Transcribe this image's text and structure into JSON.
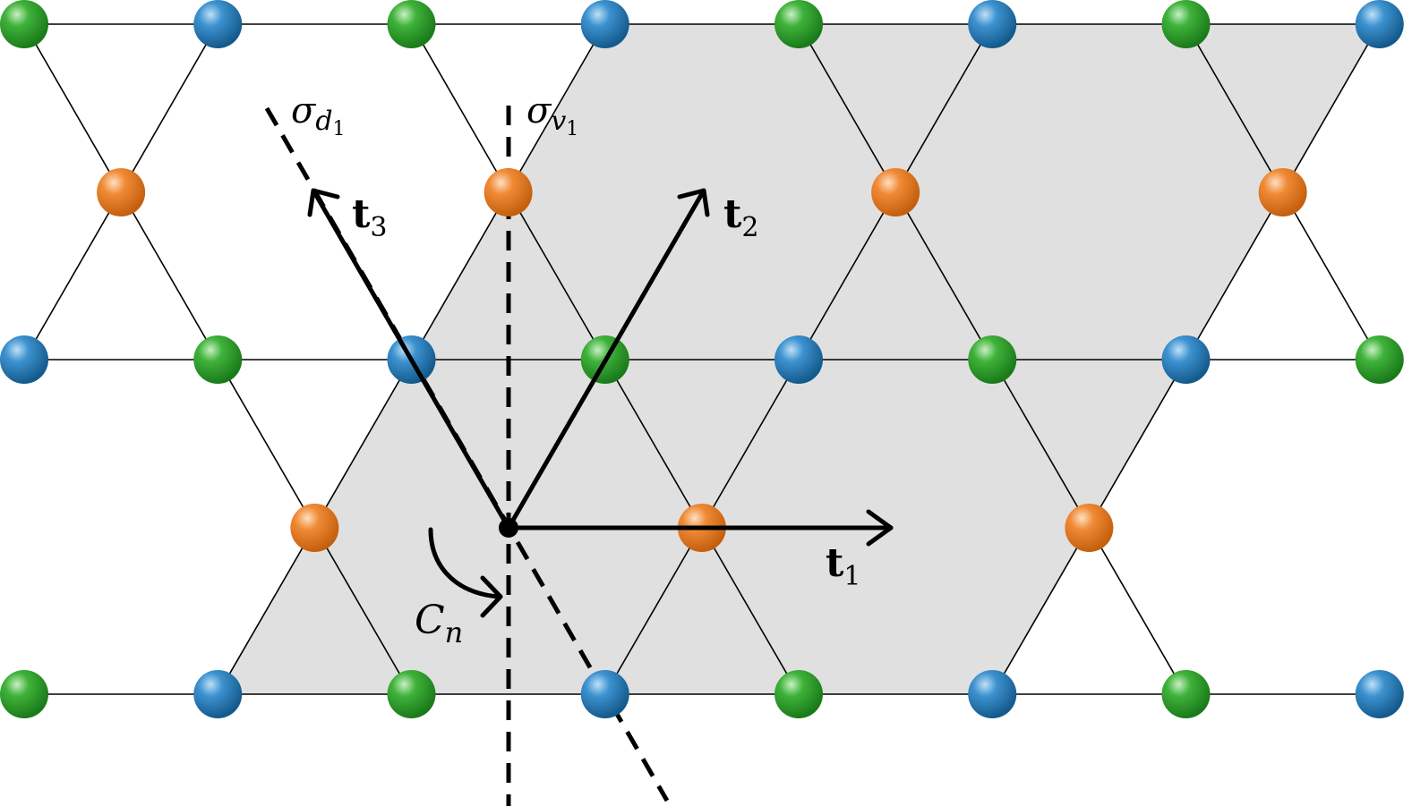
{
  "figure": {
    "colors": {
      "background": "#ffffff",
      "cell_fill": "#e0e0e0",
      "bond": "#000000",
      "site_blue": "#1f77b4",
      "site_green": "#2ca02c",
      "site_orange": "#ee7a1f",
      "vector": "#000000"
    },
    "labels": {
      "sigma_d": {
        "symbol": "σ",
        "sub": "d",
        "subsub": "1"
      },
      "sigma_v": {
        "symbol": "σ",
        "sub": "v",
        "subsub": "1"
      },
      "t1": {
        "symbol": "t",
        "sub": "1"
      },
      "t2": {
        "symbol": "t",
        "sub": "2"
      },
      "t3": {
        "symbol": "t",
        "sub": "3"
      },
      "cn": {
        "symbol": "C",
        "sub": "n"
      }
    },
    "lattice": {
      "type": "kagome",
      "site_colors": [
        "blue",
        "green",
        "orange"
      ]
    }
  }
}
